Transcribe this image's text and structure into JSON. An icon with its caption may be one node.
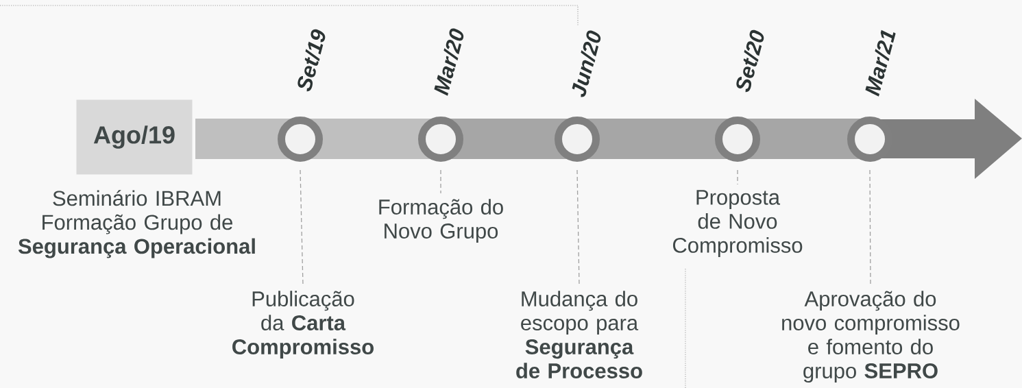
{
  "diagram": {
    "nodes": [
      {
        "text": [
          "Ago/19"
        ],
        "beside": [
          "Seminário IBRAM Formação Grupo de **Segurança Operacional**"
        ]
      },
      {
        "text": [],
        "shape": "circle",
        "beside": [
          "Set/19"
        ]
      },
      {
        "text": [],
        "shape": "circle",
        "beside": [
          "Mar/20"
        ]
      },
      {
        "text": [],
        "shape": "circle",
        "beside": [
          "Jun/20"
        ]
      },
      {
        "text": [],
        "shape": "circle",
        "beside": [
          "Set/20"
        ]
      },
      {
        "text": [],
        "shape": "circle",
        "beside": [
          "Mar/21"
        ]
      },
      {
        "text": [
          "Publicação da **Carta Compromisso**"
        ]
      },
      {
        "text": [
          "Formação do Novo Grupo"
        ]
      },
      {
        "text": [
          "Mudança do escopo para **Segurança de Processo**"
        ]
      },
      {
        "text": [
          "Proposta de Novo Compromisso"
        ]
      },
      {
        "text": [
          "Aprovação do novo compromisso e fomento do grupo **SEPRO**"
        ]
      }
    ],
    "edges": [
      {
        "from": 1,
        "to": 6,
        "arrow": "none",
        "style": "dashed"
      },
      {
        "from": 2,
        "to": 7,
        "arrow": "none",
        "style": "dashed"
      },
      {
        "from": 3,
        "to": 8,
        "arrow": "none",
        "style": "dashed"
      },
      {
        "from": 4,
        "to": 9,
        "arrow": "none",
        "style": "dashed"
      },
      {
        "from": 5,
        "to": 10,
        "arrow": "none",
        "style": "dashed"
      }
    ]
  }
}
